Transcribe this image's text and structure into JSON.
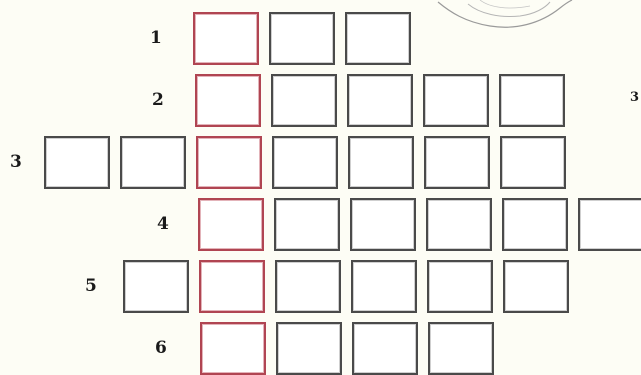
{
  "puzzle": {
    "key_column_color": "#b04552",
    "cell_border_color": "#4a4a4a",
    "rows": [
      {
        "number": "1",
        "cells_before_key": 0,
        "cells_after_key": 2
      },
      {
        "number": "2",
        "cells_before_key": 0,
        "cells_after_key": 4
      },
      {
        "number": "3",
        "cells_before_key": 2,
        "cells_after_key": 4
      },
      {
        "number": "4",
        "cells_before_key": 0,
        "cells_after_key": 5
      },
      {
        "number": "5",
        "cells_before_key": 1,
        "cells_after_key": 4
      },
      {
        "number": "6",
        "cells_before_key": 0,
        "cells_after_key": 3
      }
    ],
    "cut_off_label": "3"
  }
}
